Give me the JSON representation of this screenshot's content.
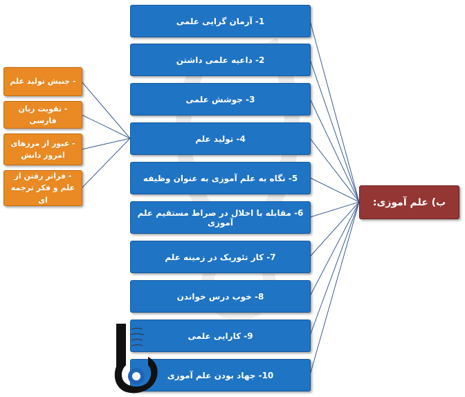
{
  "root": {
    "label": "ب) علم آموزی:"
  },
  "items": [
    {
      "label": "1- آرمان گرایی علمی"
    },
    {
      "label": "2- داعیه علمی داشتن"
    },
    {
      "label": "3- جوشش علمی"
    },
    {
      "label": "4- تولید علم"
    },
    {
      "label": "5- نگاه به علم آموزی به عنوان وظیفه"
    },
    {
      "label": "6- مقابله با اخلال در صراط مستقیم علم آموزی"
    },
    {
      "label": "7- کار تئوریک در زمینه علم"
    },
    {
      "label": "8- خوب درس خواندن"
    },
    {
      "label": "9- کارایی علمی"
    },
    {
      "label": "10- جهاد بودن علم آموزی"
    }
  ],
  "sub_items": [
    {
      "label": "- جنبش تولید علم"
    },
    {
      "label": "- تقویت زبان فارسی"
    },
    {
      "label": "- عبور از مرزهای امروز دانش"
    },
    {
      "label": "- فراتر رفتن از علم و فکر ترجمه ای"
    }
  ],
  "colors": {
    "item_box": "#1f74c4",
    "sub_item_box": "#e98a24",
    "root_box": "#943634",
    "connector": "#3b5b94"
  },
  "logo": {
    "icon": "institute-logo-icon"
  }
}
